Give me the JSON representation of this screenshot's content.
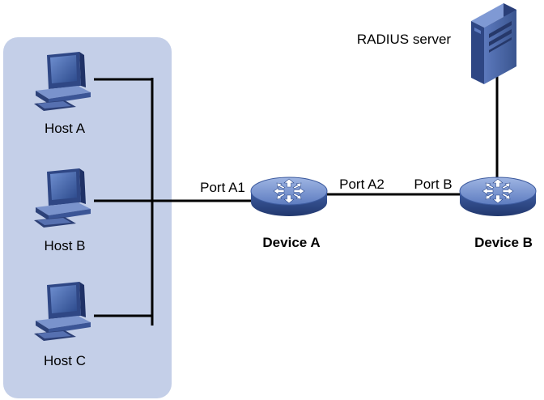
{
  "hosts": [
    {
      "label": "Host A"
    },
    {
      "label": "Host B"
    },
    {
      "label": "Host C"
    }
  ],
  "devices": {
    "a": {
      "label": "Device A",
      "port_left": "Port A1",
      "port_right": "Port A2"
    },
    "b": {
      "label": "Device B",
      "port_left": "Port B"
    }
  },
  "server": {
    "label": "RADIUS server"
  },
  "colors": {
    "host_panel": "#c4cfe8",
    "device_blue": "#4f6fb0",
    "line": "#000000"
  },
  "icons": {
    "host": "desktop-computer-icon",
    "device": "router-switch-icon",
    "server": "tower-server-icon"
  }
}
